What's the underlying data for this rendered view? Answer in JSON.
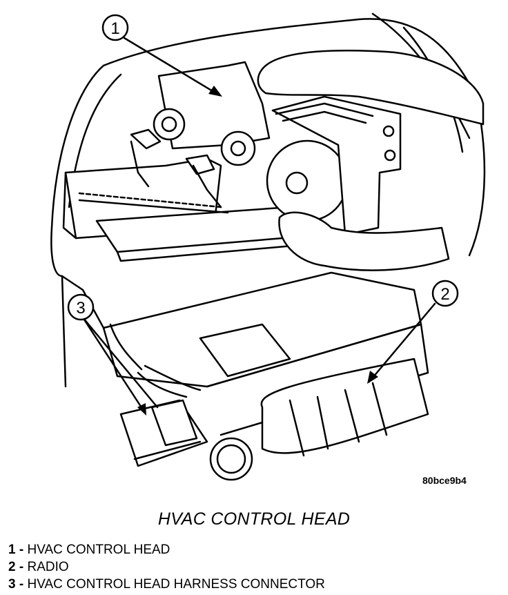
{
  "figure": {
    "callouts": [
      "1",
      "2",
      "3"
    ],
    "code": "80bce9b4"
  },
  "title": "HVAC CONTROL HEAD",
  "legend": [
    {
      "num": "1 -",
      "text": "HVAC CONTROL HEAD"
    },
    {
      "num": "2 -",
      "text": "RADIO"
    },
    {
      "num": "3 -",
      "text": "HVAC CONTROL HEAD HARNESS CONNECTOR"
    }
  ]
}
